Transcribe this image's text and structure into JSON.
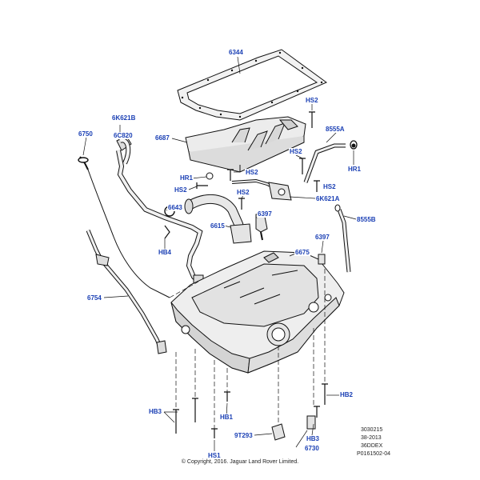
{
  "callouts": {
    "c6344": "6344",
    "hs2_top": "HS2",
    "c6k621b": "6K621B",
    "c6750": "6750",
    "c6c820": "6C820",
    "c6687": "6687",
    "c8555a": "8555A",
    "hs2_mid_right": "HS2",
    "hr1_right": "HR1",
    "hr1_left": "HR1",
    "hs2_center": "HS2",
    "hs2_left": "HS2",
    "hs2_center_low": "HS2",
    "hs2_right2": "HS2",
    "c6k621a": "6K621A",
    "c6643": "6643",
    "c6397_top": "6397",
    "c8555b": "8555B",
    "c6615": "6615",
    "hb4": "HB4",
    "c6397_right": "6397",
    "c6675": "6675",
    "c6754": "6754",
    "hb2": "HB2",
    "hb3_left": "HB3",
    "hb1": "HB1",
    "c9t293": "9T293",
    "hb3_right": "HB3",
    "c6730": "6730",
    "hs1": "HS1"
  },
  "footer": {
    "ref1": "3030215",
    "ref2": "38-2013",
    "ref3": "36DDEX",
    "ref4": "P0161502-04",
    "copyright": "© Copyright, 2016. Jaguar Land Rover Limited."
  },
  "colors": {
    "callout_text": "#1a3fb4",
    "line": "#111111",
    "part_fill": "#e9e9e9"
  }
}
